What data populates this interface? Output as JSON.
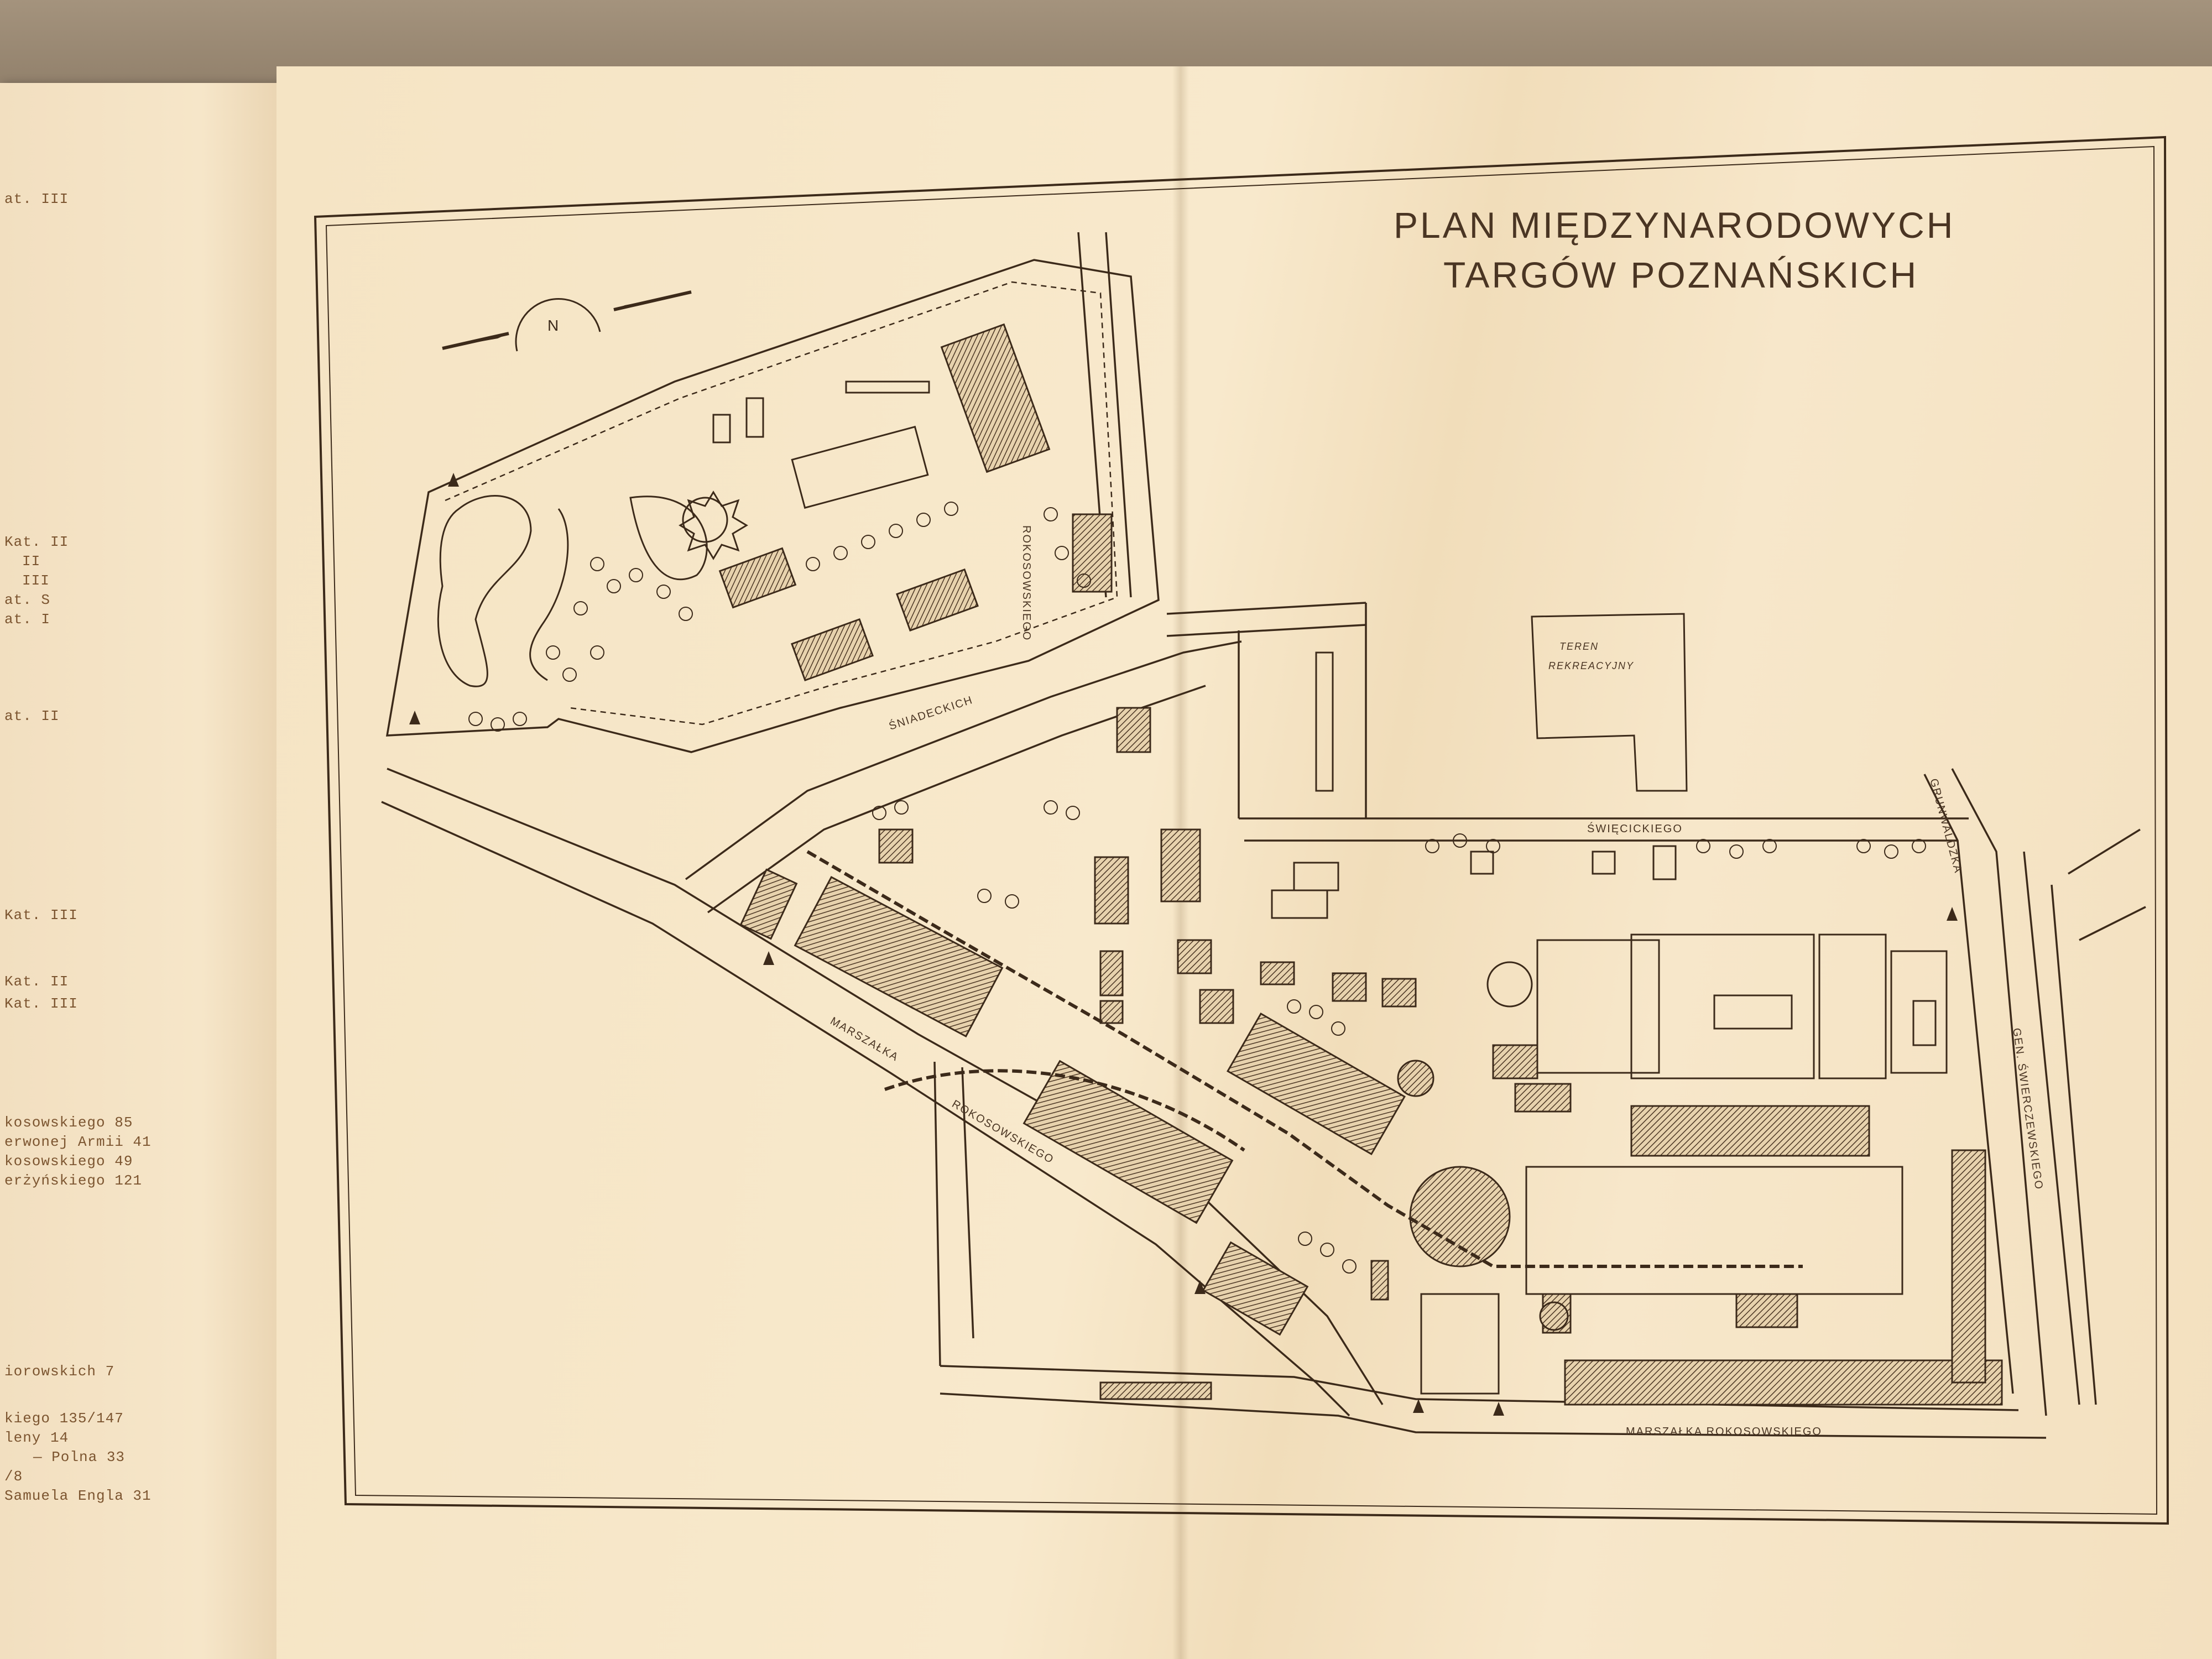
{
  "map": {
    "title_line1": "PLAN MIĘDZYNARODOWYCH",
    "title_line2": "TARGÓW POZNAŃSKICH",
    "north_label": "N",
    "zone_label_line1": "TEREN",
    "zone_label_line2": "REKREACYJNY",
    "streets": {
      "marszalka_rokossowskiego_bottom": "MARSZAŁKA ROKOSOWSKIEGO",
      "marszalka_diagonal": "MARSZAŁKA",
      "rokossowskiego_diagonal": "ROKOSOWSKIEGO",
      "sniadeckich": "ŚNIADECKICH",
      "swiecickiego": "ŚWIĘCICKIEGO",
      "grunwaldzka": "GRUNWALDZKA",
      "gen_swierczewskiego": "GEN. ŚWIERCZEWSKIEGO",
      "rokossowskiego_upper": "ROKOSOWSKIEGO"
    }
  },
  "legend": [
    {
      "text": "at. III",
      "mark": false
    },
    {
      "text": "Kat. II",
      "mark": false
    },
    {
      "text": "II",
      "mark": false
    },
    {
      "text": "III",
      "mark": false
    },
    {
      "text": "at. S",
      "mark": false
    },
    {
      "text": "at. I",
      "mark": false
    },
    {
      "text": "at. II",
      "mark": false
    },
    {
      "text": "Kat. III",
      "mark": false
    },
    {
      "text": "Kat. II",
      "mark": false
    },
    {
      "text": "Kat. III",
      "mark": false
    },
    {
      "text": "kosowskiego 85",
      "mark": false
    },
    {
      "text": "erwonej Armii 41",
      "mark": false
    },
    {
      "text": "kosowskiego 49",
      "mark": false
    },
    {
      "text": "erżyńskiego 121",
      "mark": false
    },
    {
      "text": "iorowskich 7",
      "mark": false
    },
    {
      "text": "kiego 135/147",
      "mark": false
    },
    {
      "text": "leny 14",
      "mark": false
    },
    {
      "text": "— Polna 33",
      "mark": false
    },
    {
      "text": "/8",
      "mark": false
    },
    {
      "text": "Samuela Engla 31",
      "mark": false
    }
  ]
}
